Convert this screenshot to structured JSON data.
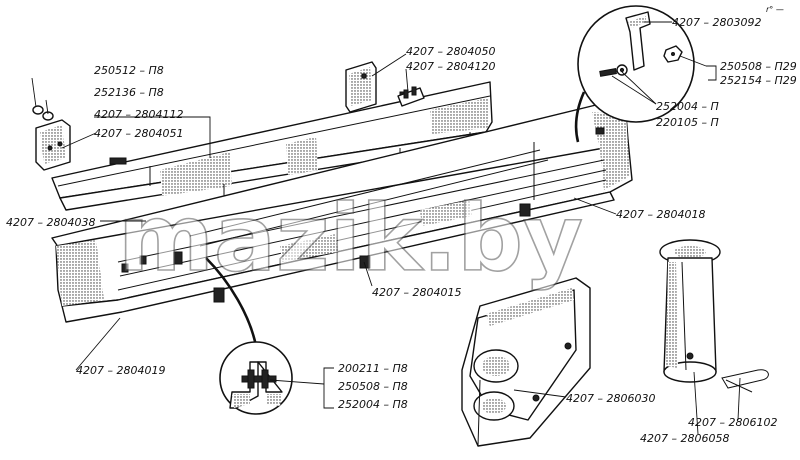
{
  "watermark": "mazik.by",
  "corner_mark": "r° —",
  "labels": {
    "p250512": "250512 – П8",
    "p252136": "252136 – П8",
    "p2804112": "4207 – 2804112",
    "p2804051": "4207 – 2804051",
    "p2804050": "4207 – 2804050",
    "p2804120": "4207 – 2804120",
    "p2803092": "4207 – 2803092",
    "p250508_p29": "250508 – П29",
    "p252154_p29": "252154 – П29",
    "p252004_p": "252004 – П",
    "p220105_p": "220105 – П",
    "p2804038": "4207 – 2804038",
    "p2804018": "4207 – 2804018",
    "p2804015": "4207 – 2804015",
    "p2804019": "4207 – 2804019",
    "p200211_p8": "200211 – П8",
    "p250508_p8": "250508 – П8",
    "p252004_p8": "252004 – П8",
    "p2806030": "4207 – 2806030",
    "p2806102": "4207 – 2806102",
    "p2806058": "4207 – 2806058"
  }
}
